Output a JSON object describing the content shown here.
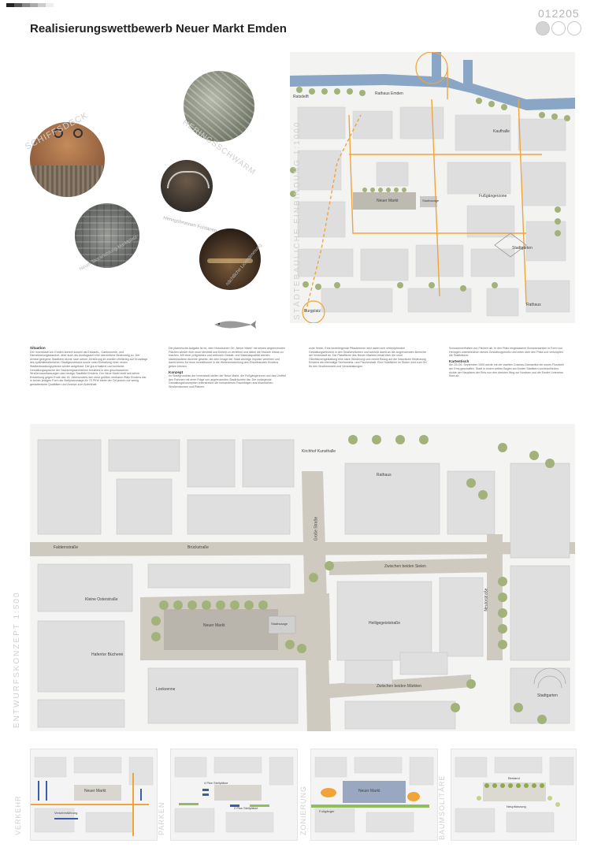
{
  "header": {
    "title": "Realisierungswettbewerb Neuer Markt Emden",
    "code": "012205"
  },
  "colors": {
    "accent_orange": "#f0a43a",
    "water_blue": "#7f9fc2",
    "tree_green": "#9fb07a",
    "building_gray": "#dcdcdc",
    "label_gray": "#cfcfcf"
  },
  "images": [
    {
      "label": "SCHIFFSDECK",
      "icon": "wooden-deck-photo"
    },
    {
      "label": "HERINGSSCHWARM",
      "icon": "fish-swarm-photo"
    },
    {
      "label": "Heringsbrunnen Fontänen",
      "icon": "fountain-photo"
    },
    {
      "label": "Neuer Stockrichtung Marktplatz",
      "icon": "square-aerial-photo"
    },
    {
      "label": "nächtliche Lichtstimmung",
      "icon": "night-light-photo"
    }
  ],
  "overview_map": {
    "vertical_label": "STÄDTEBAULICHE EINBINDUNG 1:1000",
    "labels": {
      "rathaus": "Rathaus Emden",
      "delft": "Ratsdelft",
      "kaufhalle": "Kaufhalle",
      "neuer_markt": "Neuer Markt",
      "stadtwaage": "Stadtwaage",
      "fussgaengerzone": "Fußgängerzone",
      "stadtgarten": "Stadtgarten",
      "rathausplatz": "Rathaus",
      "burgplatz": "Burgplatz"
    }
  },
  "texts": {
    "col1_heading": "Situation",
    "col1": "Der Innenstadt von Emden kommt sowohl als Einkaufs-, Gastronomie- und Dienstleistungsstandort, aber auch als Ausflugsziel eine überörtliche Bedeutung zu. Der zentral gelegene Stadtkern wurde nach seiner Zerstörung im zweiten Weltkrieg auf Grundlage des spätmittelalterlichen Stadtgrundrisses sowie unter Einhaltung einer neuen Stadtentwicklungsplanes wieder aufgebaut. Die gut erhaltene und schlichte Gestaltungssprache der Nachkriegsarchitektur bestimmt in den geschlossenen Straßenraumfassungen das heutige Stadtbild Emdens. Der Neue Markt stellt seit seiner Entstehung gegen Ende des 16. Jahrhunderts den einst größten zentralen Platz Emdens dar. In seiner jetzigen Form als Stellplatzanlage für 70 PKW bietet der Ort jedoch nur wenig gestalterische Qualitäten und Anreize zum Aufenthalt.",
    "col2": "Die planerische Aufgabe ist es, dem historischen Ort „Neuer Markt“ mit seinen angrenzenden Flächen wieder eine neue Identität und Einheit zu verleihen und dabei die Historie lesbar zu machen. Mit einer prägnanten und zeitlosen Gestalt- und Materialqualität werden städtebauliche Akzente gesetzt, die dem Image der Stadt wichtige Impulse verleihen und damit Anreiz für neue Investitionen in die Weiterentwicklung des Einzelhandels Emdens geben können.",
    "col2_heading": "Konzept",
    "col2b": "Im Stadtgrundriss der Innenstadt stellen der Neue Markt, die Fußgängerzone und das Umfeld den Rahmen mit einer Folge von angrenzenden Stadträumen dar. Die vorliegende Gestaltungskonzeption unterstreicht die vorhandenen Raumfolgen aus historischen Straßenräumen und Plätzen.",
    "col3": "zone hinein. Eine innenliegende Pflasterrinne wird dabei zum verknüpfenden Gestaltungselement in den Straßenräumen und schließt damit an die angrenzenden Bereiche der Innenstadt an. Die Platzfläche des Neuen Marktes erhält über die neue Oberflächengestaltung eine klare Gliederung und nimmt Bezug auf die historische Bedeutung Emdens als ehemalige Seehandels- und Fischerstadt. Eine Holzfläche im Süden wird zum Ort für den Wochenmarkt und Veranstaltungen.",
    "col4": "Schwarmverhalten von Fischen ab. In den Platz eingelassene Bronzeintarsien in Form von Heringen unterstreichen dieses Gestaltungsmotiv und leiten über den Platz und verknüpfen die Stadträume.",
    "col4_heading": "Kartentisch",
    "col4b": "Am 25./26. September 1509 wurde mit der zweiten Cosmas-Damianflut ein neues Flussbett der Ems geschaffen. Stadt in einem weiten Bogen am Emder Stadtkern vorbeizufließen, rückte der Hauptarm der Ems nun den direkten Weg zur Nordsee und die Emder Unterems floss ab."
  },
  "plan_map": {
    "vertical_label": "ENTWURFSKONZEPT 1:500",
    "labels": {
      "rathaus": "Rathaus",
      "kirchhof": "Kirchhof Kunsthalle",
      "neuer_markt": "Neuer Markt",
      "stadtwaage": "Stadtwaage",
      "zwischen_beiden_sielen": "Zwischen beiden Sielen",
      "zwischen_beiden_markten": "Zwischen beiden Märkten",
      "faldernstrasse": "Faldernstraße",
      "brueckstrasse": "Brückstraße",
      "neutorstrasse": "Neutorstraße",
      "grosse_strasse": "Große Straße",
      "kleine_osterstrasse": "Kleine Osterstraße",
      "lookvenne": "Lookvenne",
      "heiligegeiststrasse": "Heiligegeiststraße",
      "stadtgarten": "Stadtgarten",
      "bibliothek": "Hafentor Bücherei"
    }
  },
  "mini_maps": [
    {
      "label": "VERKEHR",
      "note": "Neuer Markt",
      "note2": "Verkehrsführung"
    },
    {
      "label": "PARKEN",
      "note": "4 Pkw Stellplätze",
      "note2": "2 Pkw Stellplätze"
    },
    {
      "label": "ZONIERUNG",
      "note": "Neuer Markt",
      "note2": "Fußgänger"
    },
    {
      "label": "BAUMSOLITÄRE",
      "note": "Bestand",
      "note2": "Neupflanzung"
    }
  ]
}
